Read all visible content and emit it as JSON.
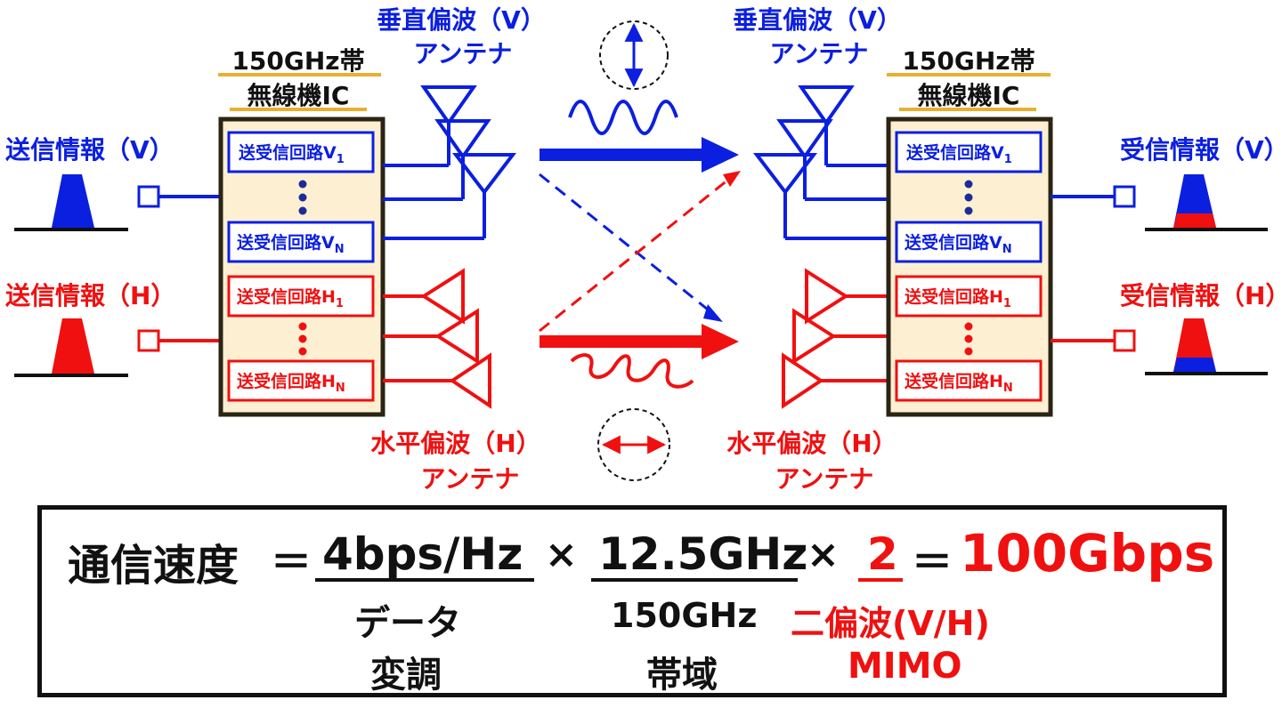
{
  "left_ic": {
    "band": "150GHz帯",
    "name": "無線機IC"
  },
  "right_ic": {
    "band": "150GHz帯",
    "name": "無線機IC"
  },
  "circuits": {
    "v1": {
      "base": "送受信回路V",
      "sub": "1"
    },
    "vn": {
      "base": "送受信回路V",
      "sub": "N"
    },
    "h1": {
      "base": "送受信回路H",
      "sub": "1"
    },
    "hn": {
      "base": "送受信回路H",
      "sub": "N"
    }
  },
  "left_labels": {
    "tx_v": "送信情報（V）",
    "tx_h": "送信情報（H）"
  },
  "right_labels": {
    "rx_v": "受信情報（V）",
    "rx_h": "受信情報（H）"
  },
  "antennas": {
    "v_line1": "垂直偏波（V）",
    "v_line2": "アンテナ",
    "h_line1": "水平偏波（H）",
    "h_line2": "アンテナ"
  },
  "formula": {
    "label": "通信速度",
    "eq": "＝",
    "term1": "4bps/Hz",
    "times": "×",
    "term2": "12.5GHz",
    "term3": "2",
    "eq2": "＝",
    "result": "100Gbps",
    "note1_line1": "データ",
    "note1_line2": "変調",
    "note2_line1": "150GHz",
    "note2_line2": "帯域",
    "note3_line1": "二偏波(V/H)",
    "note3_line2": "MIMO"
  },
  "colors": {
    "v": "#0b1fe0",
    "h": "#f01010",
    "ic_fill": "#fdf0d2",
    "ic_border": "#2a2414",
    "underline": "#e8b030"
  }
}
